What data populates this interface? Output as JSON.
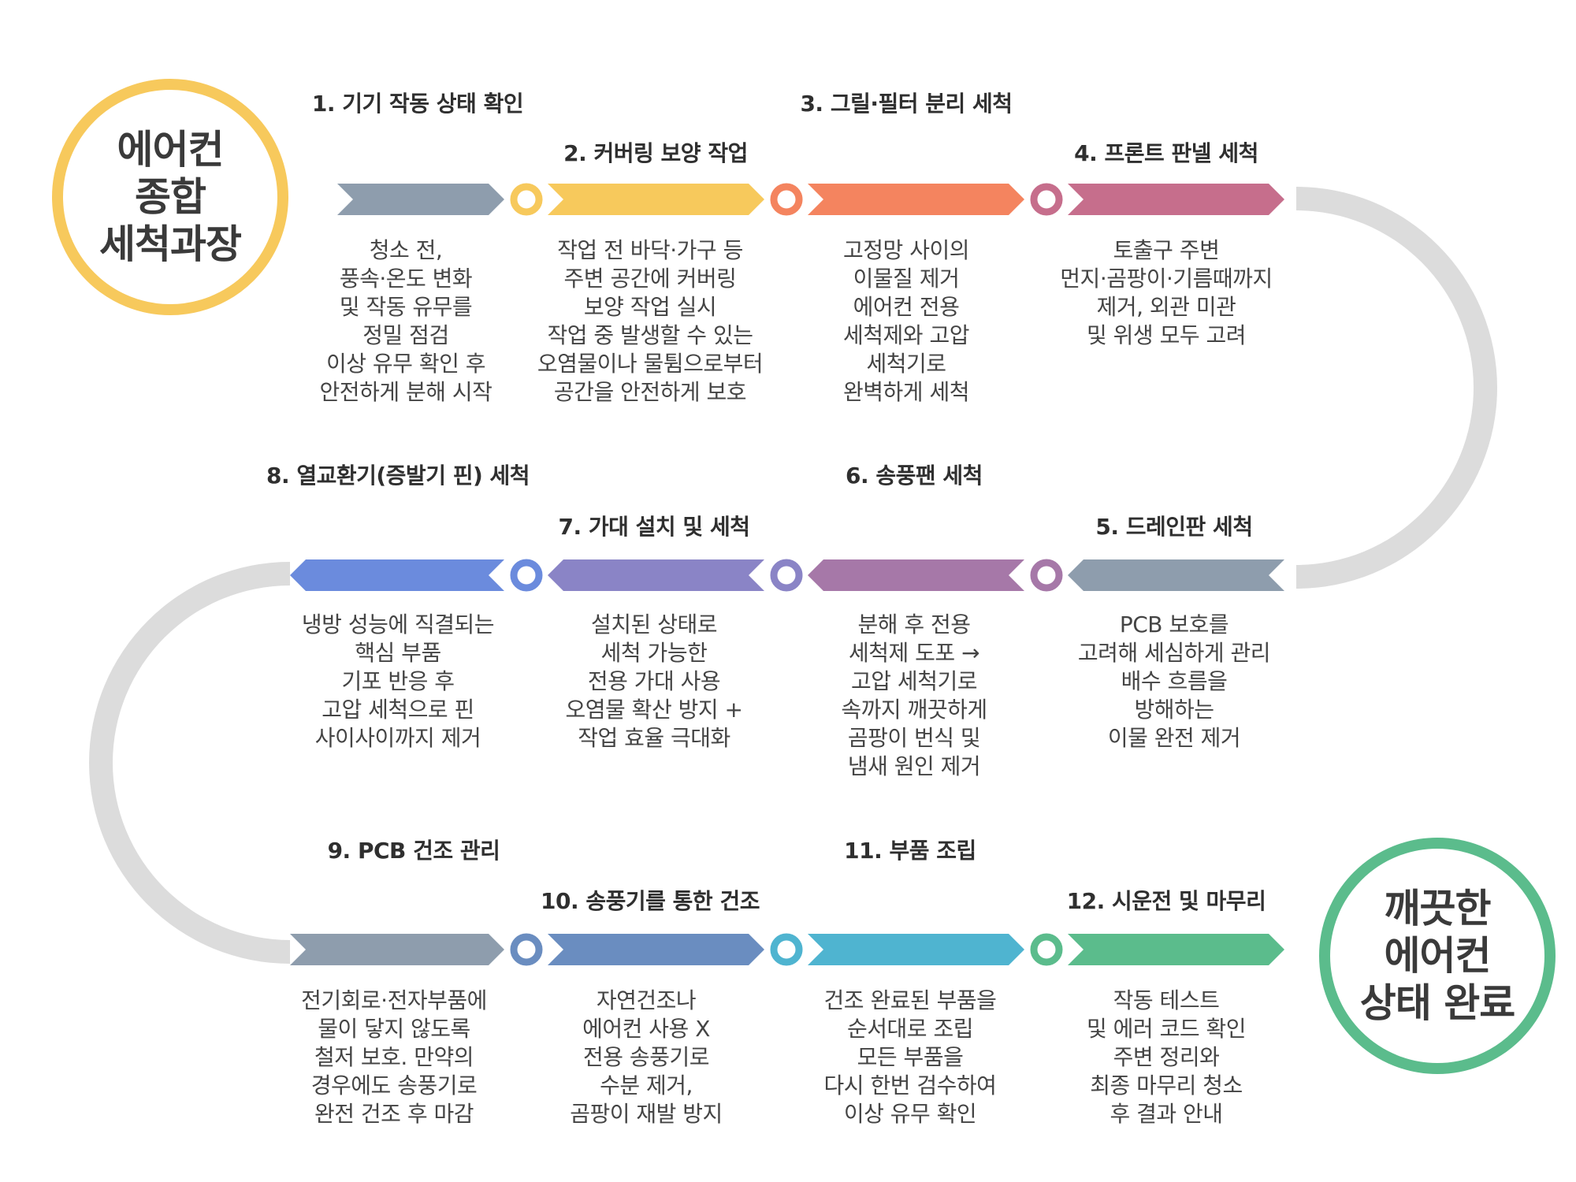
{
  "start_badge": {
    "text": "에어컨\n종합\n세척과장",
    "color": "#F7C95C"
  },
  "end_badge": {
    "text": "깨끗한\n에어컨\n상태 완료",
    "color": "#5BBC8C"
  },
  "steps": [
    {
      "title": "1. 기기 작동 상태 확인",
      "desc": "청소 전,\n풍속·온도 변화\n및 작동 유무를\n정밀 점검\n이상 유무 확인 후\n안전하게 분해 시작",
      "color": "#8E9DAD"
    },
    {
      "title": "2. 커버링 보양 작업",
      "desc": "작업 전 바닥·가구 등\n주변 공간에 커버링\n보양 작업 실시\n작업 중 발생할 수 있는\n오염물이나 물튐으로부터\n공간을 안전하게 보호",
      "color": "#F7C95C"
    },
    {
      "title": "3. 그릴·필터 분리 세척",
      "desc": "고정망 사이의\n이물질 제거\n에어컨 전용\n세척제와 고압\n세척기로\n완벽하게 세척",
      "color": "#F4845F"
    },
    {
      "title": "4. 프론트 판넬 세척",
      "desc": "토출구 주변\n먼지·곰팡이·기름때까지\n제거, 외관 미관\n및 위생 모두 고려",
      "color": "#C66E8C"
    },
    {
      "title": "5. 드레인판 세척",
      "desc": "PCB 보호를\n고려해 세심하게 관리\n배수 흐름을\n방해하는\n이물 완전 제거",
      "color": "#8E9DAD"
    },
    {
      "title": "6. 송풍팬 세척",
      "desc": "분해 후 전용\n세척제 도포 →\n고압 세척기로\n속까지 깨끗하게\n곰팡이 번식 및\n냄새 원인 제거",
      "color": "#A678A8"
    },
    {
      "title": "7. 가대 설치 및 세척",
      "desc": "설치된 상태로\n세척 가능한\n전용 가대 사용\n오염물 확산 방지 +\n작업 효율 극대화",
      "color": "#8A84C6"
    },
    {
      "title": "8. 열교환기(증발기 핀) 세척",
      "desc": "냉방 성능에 직결되는\n핵심 부품\n기포 반응 후\n고압 세척으로 핀\n사이사이까지 제거",
      "color": "#6B8BDD"
    },
    {
      "title": "9. PCB 건조 관리",
      "desc": "전기회로·전자부품에\n물이 닿지 않도록\n철저 보호. 만약의\n경우에도 송풍기로\n완전 건조 후 마감",
      "color": "#8E9DAD"
    },
    {
      "title": "10. 송풍기를 통한 건조",
      "desc": "자연건조나\n에어컨 사용 X\n전용 송풍기로\n수분 제거,\n곰팡이 재발 방지",
      "color": "#6A8DC0"
    },
    {
      "title": "11. 부품 조립",
      "desc": "건조 완료된 부품을\n순서대로 조립\n모든 부품을\n다시 한번 검수하여\n이상 유무 확인",
      "color": "#4FB4D0"
    },
    {
      "title": "12. 시운전 및 마무리",
      "desc": "작동 테스트\n및 에러 코드 확인\n주변 정리와\n최종 마무리 청소\n후 결과 안내",
      "color": "#5BBC8C"
    }
  ],
  "arc_color": "#DCDCDC"
}
